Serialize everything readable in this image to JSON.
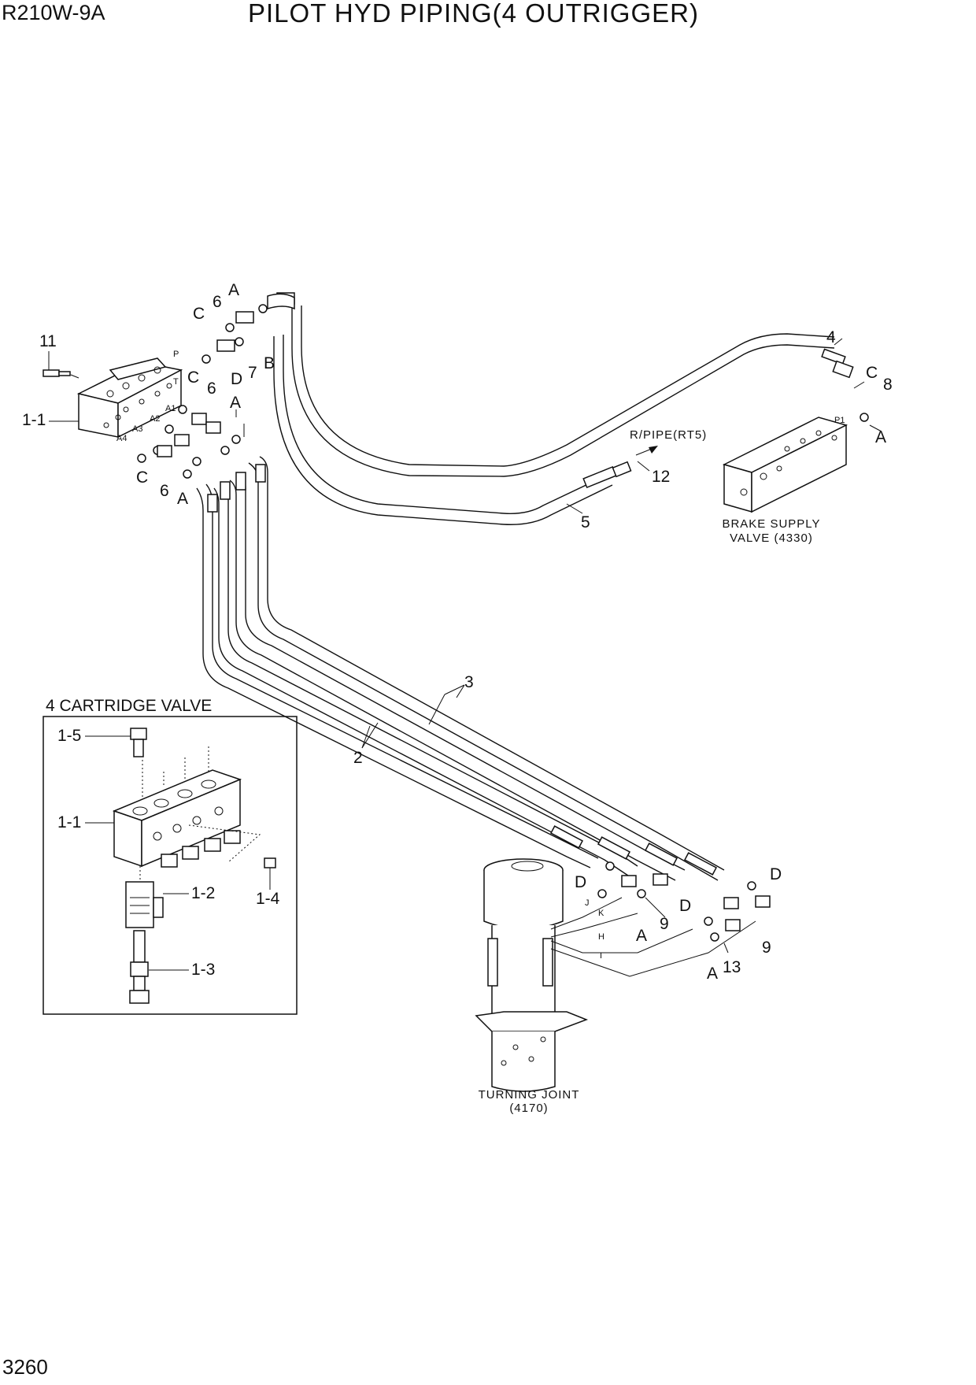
{
  "header": {
    "model": "R210W-9A",
    "title": "PILOT HYD PIPING(4 OUTRIGGER)",
    "page_number": "3260"
  },
  "inset": {
    "title": "4 CARTRIDGE VALVE",
    "callouts": [
      "1-5",
      "1-1",
      "1-2",
      "1-4",
      "1-3"
    ]
  },
  "components": {
    "brake_valve_line1": "BRAKE SUPPLY",
    "brake_valve_line2": "VALVE (4330)",
    "turning_joint_line1": "TURNING JOINT",
    "turning_joint_line2": "(4170)",
    "return_pipe": "R/PIPE(RT5)"
  },
  "callouts": {
    "c11": "11",
    "c1_1": "1-1",
    "c6a": "6",
    "c6b": "6",
    "c6c": "6",
    "c7": "7",
    "c4": "4",
    "c8": "8",
    "c12": "12",
    "c5": "5",
    "c3": "3",
    "c2": "2",
    "c9a": "9",
    "c9b": "9",
    "c13": "13",
    "A1": "A",
    "A2": "A",
    "A3": "A",
    "A4": "A",
    "A5": "A",
    "A6": "A",
    "B1": "B",
    "C1": "C",
    "C2": "C",
    "C3": "C",
    "C4": "C",
    "D1": "D",
    "D2": "D",
    "D3": "D",
    "D4": "D"
  },
  "port_labels": {
    "P": "P",
    "T": "T",
    "A1": "A1",
    "A2": "A2",
    "A3": "A3",
    "A4": "A4",
    "P1": "P1",
    "J": "J",
    "K": "K",
    "H": "H",
    "I": "I"
  }
}
